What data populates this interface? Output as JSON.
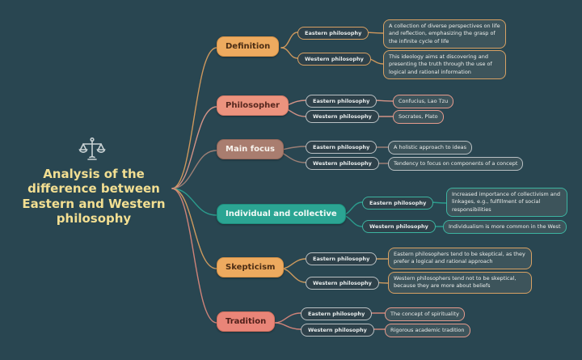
{
  "palette": {
    "background": "#294651",
    "central_title_text": "#f3df92",
    "orange": "#edaa5f",
    "salmon": "#ec937e",
    "red_salmon": "#e98578",
    "mauve": "#a97d6f",
    "teal": "#2ba593",
    "gray_border": "#b9c0c3",
    "pink_border": "#e59b8d",
    "node_fill_dark": "#2e414a",
    "leaf_fill": "#3d545b"
  },
  "central": {
    "title": "Analysis of the difference between Eastern and Western philosophy",
    "icon": "scales-icon"
  },
  "branches": [
    {
      "label": "Definition",
      "color": "#e0a15e",
      "children": [
        {
          "label": "Eastern philosophy",
          "desc": "A collection of diverse perspectives on life and reflection, emphasizing the grasp of the infinite cycle of life"
        },
        {
          "label": "Western philosophy",
          "desc": "This ideology aims at discovering and presenting the truth through the use of logical and rational information"
        }
      ]
    },
    {
      "label": "Philosopher",
      "color": "#e59b8d",
      "children": [
        {
          "label": "Eastern philosophy",
          "desc": "Confucius, Lao Tzu"
        },
        {
          "label": "Western philosophy",
          "desc": "Socrates, Plato"
        }
      ]
    },
    {
      "label": "Main focus",
      "color": "#a98579",
      "children": [
        {
          "label": "Eastern philosophy",
          "desc": "A holistic approach to ideas"
        },
        {
          "label": "Western philosophy",
          "desc": "Tendency to focus on components of a concept"
        }
      ]
    },
    {
      "label": "Individual and collective",
      "color": "#2ba593",
      "children": [
        {
          "label": "Eastern philosophy",
          "desc": "Increased importance of collectivism and linkages, e.g., fulfillment of social responsibilities"
        },
        {
          "label": "Western philosophy",
          "desc": "Individualism is more common in the West"
        }
      ]
    },
    {
      "label": "Skepticism",
      "color": "#dfa35f",
      "children": [
        {
          "label": "Eastern philosophy",
          "desc": "Eastern philosophers tend to be skeptical, as they prefer a logical and rational approach"
        },
        {
          "label": "Western philosophy",
          "desc": "Western philosophers tend not to be skeptical, because they are more about beliefs"
        }
      ]
    },
    {
      "label": "Tradition",
      "color": "#e08a7d",
      "children": [
        {
          "label": "Eastern philosophy",
          "desc": "The concept of spirituality"
        },
        {
          "label": "Western philosophy",
          "desc": "Rigorous academic tradition"
        }
      ]
    }
  ]
}
